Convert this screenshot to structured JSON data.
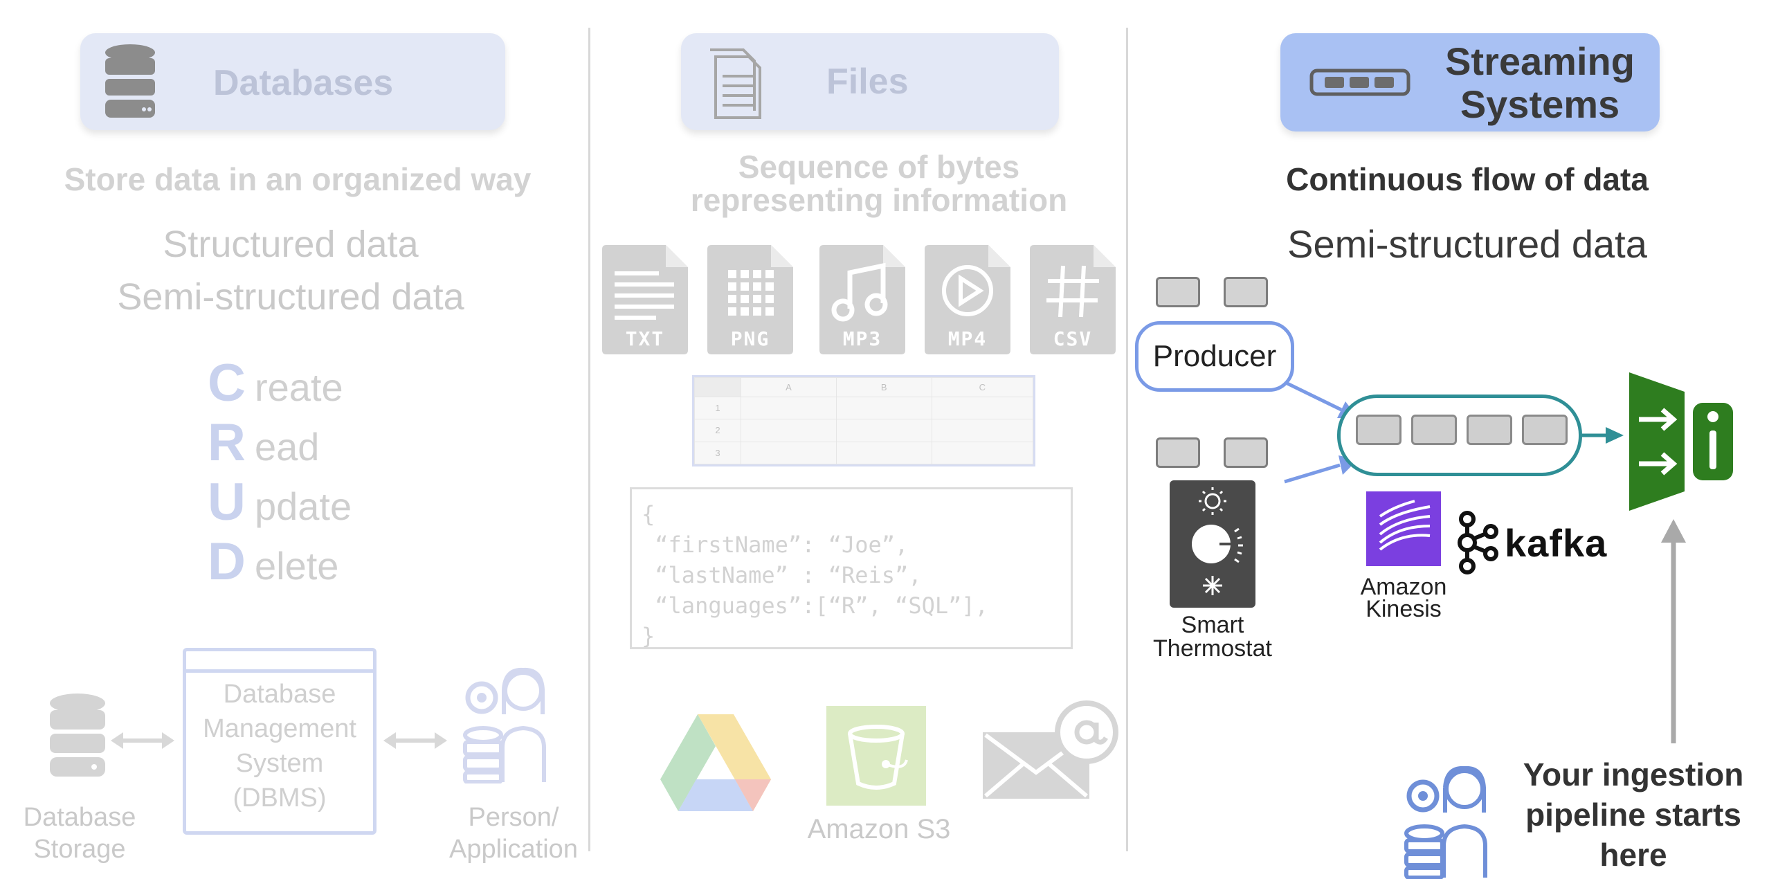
{
  "databases": {
    "title": "Databases",
    "subtitle": "Store data in an organized way",
    "types": [
      "Structured data",
      "Semi-structured data"
    ],
    "crud": [
      {
        "letter": "C",
        "rest": "reate"
      },
      {
        "letter": "R",
        "rest": "ead"
      },
      {
        "letter": "U",
        "rest": "pdate"
      },
      {
        "letter": "D",
        "rest": "elete"
      }
    ],
    "storage_label": "Database Storage",
    "dbms_label": "Database Management System (DBMS)",
    "person_label": "Person/ Application"
  },
  "files": {
    "title": "Files",
    "subtitle_line1": "Sequence of bytes",
    "subtitle_line2": "representing information",
    "file_types": [
      "TXT",
      "PNG",
      "MP3",
      "MP4",
      "CSV"
    ],
    "spreadsheet": {
      "columns": [
        "A",
        "B",
        "C"
      ],
      "rows": [
        "1",
        "2",
        "3"
      ]
    },
    "json_lines": [
      "{",
      " “firstName”: “Joe”,",
      " “lastName” : “Reis”,",
      " “languages”:[“R”, “SQL”],",
      "}"
    ],
    "s3_label": "Amazon S3"
  },
  "streaming": {
    "title_line1": "Streaming",
    "title_line2": "Systems",
    "subtitle": "Continuous flow of data",
    "data_type": "Semi-structured data",
    "producer_label": "Producer",
    "thermostat_label_line1": "Smart",
    "thermostat_label_line2": "Thermostat",
    "kinesis_label_line1": "Amazon",
    "kinesis_label_line2": "Kinesis",
    "kafka_label": "kafka",
    "pipeline_line1": "Your ingestion",
    "pipeline_line2": "pipeline starts",
    "pipeline_line3": "here"
  },
  "colors": {
    "active_title_bg": "#a9c1f3",
    "faded_title_bg": "#e3e8f6",
    "queue_teal": "#2f8f96",
    "producer_blue": "#7a9ae6",
    "consumer_green": "#2e7d1f",
    "kinesis_purple": "#7b3fe0"
  }
}
